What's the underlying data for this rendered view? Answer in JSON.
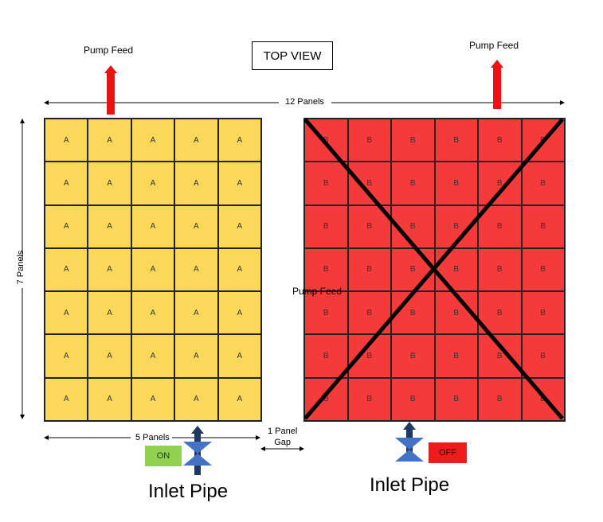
{
  "title": "TOP VIEW",
  "labels": {
    "pump_feed_left": "Pump Feed",
    "pump_feed_right": "Pump Feed",
    "pump_feed_center": "Pump Feed",
    "width_label": "12 Panels",
    "height_label": "7 Panels",
    "left_width_label": "5 Panels",
    "gap_label_line1": "1 Panel",
    "gap_label_line2": "Gap",
    "inlet_left": "Inlet Pipe",
    "inlet_right": "Inlet Pipe"
  },
  "panel_a": {
    "label": "A",
    "columns": 5,
    "rows": 7,
    "color": "#fcd85a"
  },
  "panel_b": {
    "label": "B",
    "columns": 6,
    "rows": 7,
    "color": "#f43a3a",
    "crossed_out": true
  },
  "valves": {
    "left": {
      "status": "ON",
      "status_color": "#92d050"
    },
    "right": {
      "status": "OFF",
      "status_color": "#ee1c1c"
    }
  },
  "colors": {
    "arrow_red": "#ee1111",
    "inlet_arrow": "#1f3864",
    "valve_blue": "#4472c4"
  },
  "icons": {
    "pump_arrow": "up-arrow-icon",
    "valve": "butterfly-valve-icon"
  }
}
